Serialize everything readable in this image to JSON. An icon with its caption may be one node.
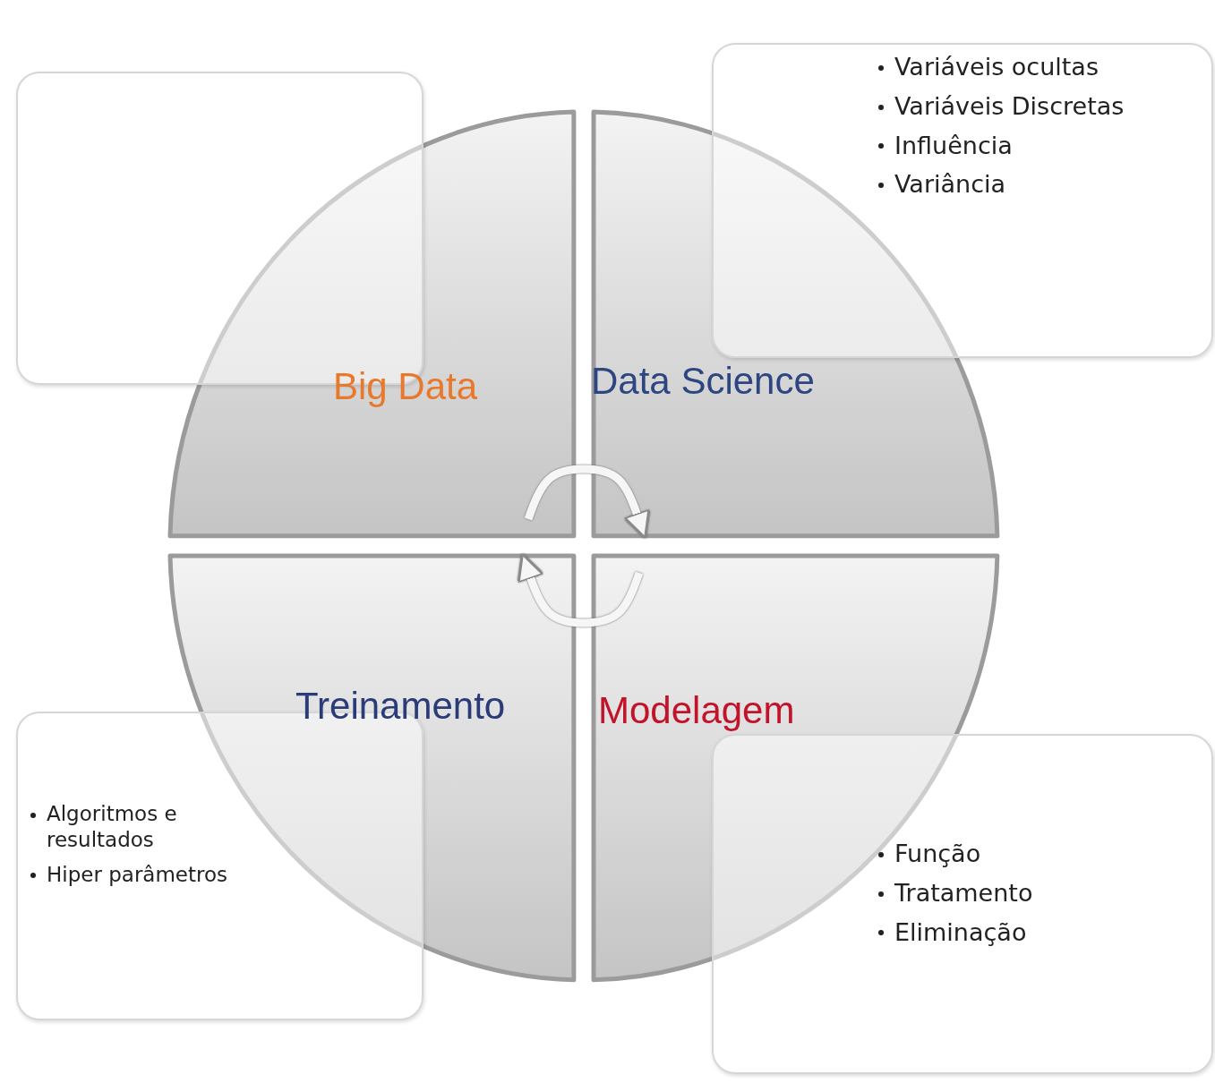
{
  "diagram": {
    "nodes": [
      {
        "text": [],
        "shape": "box"
      },
      {
        "text": [
          "Variáveis ocultas",
          "Variáveis Discretas",
          "Influência",
          "Variância"
        ]
      },
      {
        "text": [
          "Big Data"
        ]
      },
      {
        "text": [
          "Data Science"
        ]
      },
      {
        "text": [
          "Treinamento"
        ]
      },
      {
        "text": [
          "Modelagem"
        ]
      },
      {
        "text": [
          "Algoritmos e resultados",
          "Hiper parâmetros"
        ]
      },
      {
        "text": [
          "Função",
          "Tratamento",
          "Eliminação"
        ]
      }
    ],
    "edges": [
      {
        "from": 2,
        "to": 3,
        "arrow": "to"
      },
      {
        "from": 5,
        "to": 4,
        "arrow": "to"
      }
    ]
  }
}
